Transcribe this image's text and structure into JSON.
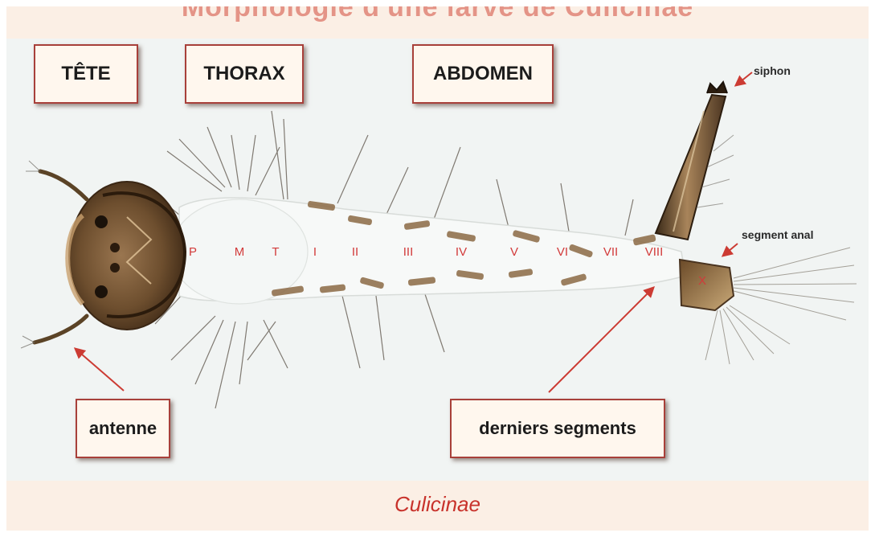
{
  "title": "Morphologie d'une larve de Culicinae",
  "caption": "Culicinae",
  "labels": {
    "tete": "TÊTE",
    "thorax": "THORAX",
    "abdomen": "ABDOMEN",
    "antenne": "antenne",
    "derniers_segments": "derniers segments",
    "siphon": "siphon",
    "segment_anal": "segment anal"
  },
  "segments": [
    "P",
    "M",
    "T",
    "I",
    "II",
    "III",
    "IV",
    "V",
    "VI",
    "VII",
    "VIII"
  ],
  "anal_mark": "X",
  "colors": {
    "label_text": "#1c1c1c",
    "label_border": "#a8403a",
    "segment_text": "#d23a3a",
    "arrow": "#cc3b33",
    "caption": "#c8322b"
  }
}
